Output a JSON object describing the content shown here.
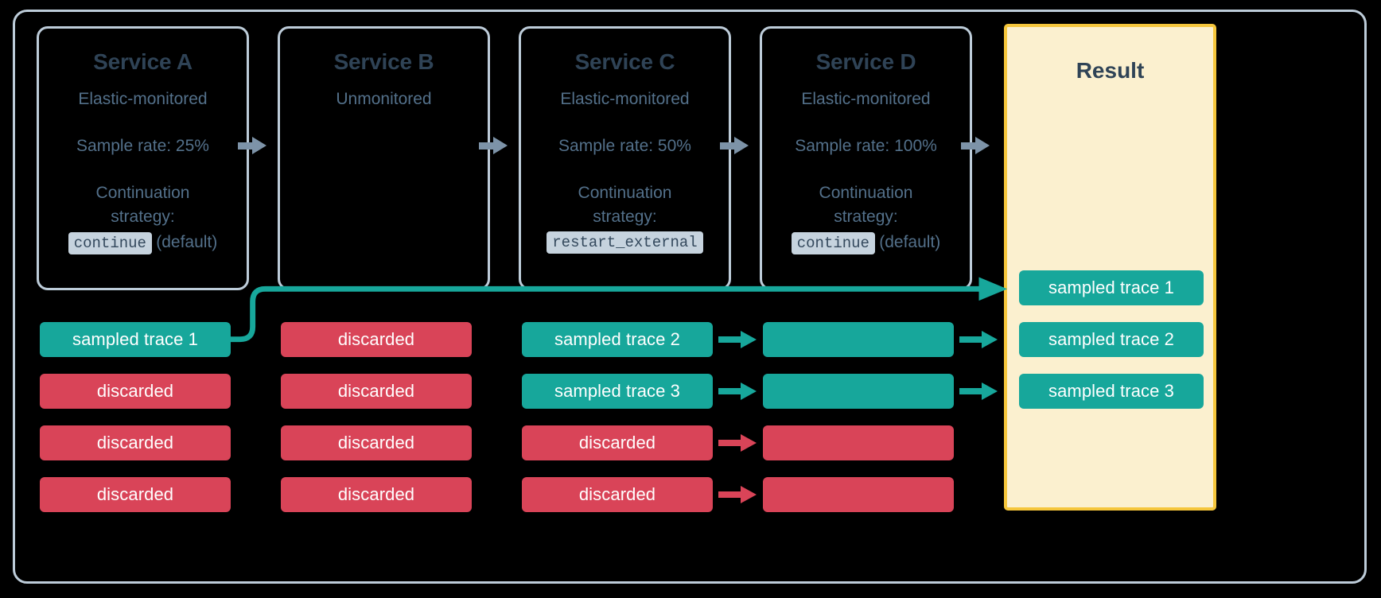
{
  "diagram": {
    "title_hidden": "",
    "colors": {
      "background": "#000000",
      "frame_border": "#bdccd9",
      "card_border": "#bdccd9",
      "card_title": "#2f4356",
      "card_text": "#53708a",
      "badge_bg": "#c6d3de",
      "result_border": "#f5c63c",
      "result_bg": "#fbf0cf",
      "sampled": "#17a79b",
      "discarded": "#d94458",
      "gray_arrow": "#7d93a8"
    }
  },
  "services": [
    {
      "name": "Service A",
      "monitoring": "Elastic-monitored",
      "sample_rate": "Sample rate: 25%",
      "strategy_label": "Continuation strategy:",
      "strategy_value": "continue",
      "strategy_note": "(default)"
    },
    {
      "name": "Service B",
      "monitoring": "Unmonitored",
      "sample_rate": "",
      "strategy_label": "",
      "strategy_value": "",
      "strategy_note": ""
    },
    {
      "name": "Service C",
      "monitoring": "Elastic-monitored",
      "sample_rate": "Sample rate: 50%",
      "strategy_label": "Continuation strategy:",
      "strategy_value": "restart_external",
      "strategy_note": ""
    },
    {
      "name": "Service D",
      "monitoring": "Elastic-monitored",
      "sample_rate": "Sample rate: 100%",
      "strategy_label": "Continuation strategy:",
      "strategy_value": "continue",
      "strategy_note": "(default)"
    }
  ],
  "result": {
    "title": "Result",
    "traces": [
      {
        "label": "sampled trace 1",
        "state": "sampled"
      },
      {
        "label": "sampled trace 2",
        "state": "sampled"
      },
      {
        "label": "sampled trace 3",
        "state": "sampled"
      }
    ]
  },
  "columns": [
    {
      "service": "Service A",
      "traces": [
        {
          "label": "sampled trace 1",
          "state": "sampled"
        },
        {
          "label": "discarded",
          "state": "discarded"
        },
        {
          "label": "discarded",
          "state": "discarded"
        },
        {
          "label": "discarded",
          "state": "discarded"
        }
      ]
    },
    {
      "service": "Service B",
      "traces": [
        {
          "label": "discarded",
          "state": "discarded"
        },
        {
          "label": "discarded",
          "state": "discarded"
        },
        {
          "label": "discarded",
          "state": "discarded"
        },
        {
          "label": "discarded",
          "state": "discarded"
        }
      ]
    },
    {
      "service": "Service C",
      "traces": [
        {
          "label": "sampled trace 2",
          "state": "sampled"
        },
        {
          "label": "sampled trace 3",
          "state": "sampled"
        },
        {
          "label": "discarded",
          "state": "discarded"
        },
        {
          "label": "discarded",
          "state": "discarded"
        }
      ]
    },
    {
      "service": "Service D",
      "traces": [
        {
          "label": "",
          "state": "sampled"
        },
        {
          "label": "",
          "state": "sampled"
        },
        {
          "label": "",
          "state": "discarded"
        },
        {
          "label": "",
          "state": "discarded"
        }
      ]
    }
  ]
}
